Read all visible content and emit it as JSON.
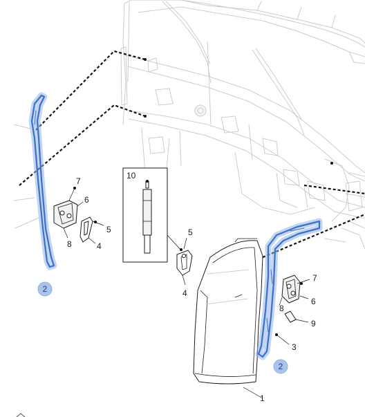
{
  "labels": {
    "item_1": "1",
    "item_2": "2",
    "item_3": "3",
    "item_4": "4",
    "item_5": "5",
    "item_6": "6",
    "item_7": "7",
    "item_8": "8",
    "item_9": "9",
    "item_10": "10"
  },
  "highlight_color": "#3d6fc4"
}
